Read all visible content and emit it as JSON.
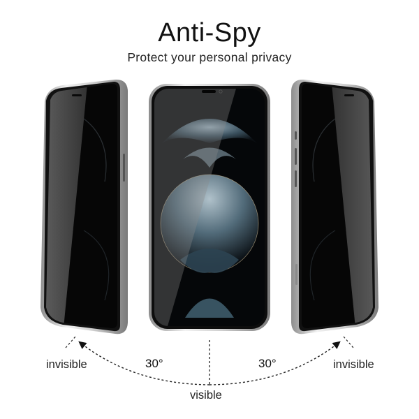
{
  "header": {
    "title": "Anti-Spy",
    "subtitle": "Protect your personal privacy"
  },
  "diagram": {
    "left_label": "invisible",
    "right_label": "invisible",
    "center_label": "visible",
    "left_angle": "30°",
    "right_angle": "30°"
  },
  "colors": {
    "background": "#ffffff",
    "screen_dark": "#050505",
    "frame_silver": "#c9c9c9",
    "wallpaper_accent": "#6f8fa3"
  }
}
